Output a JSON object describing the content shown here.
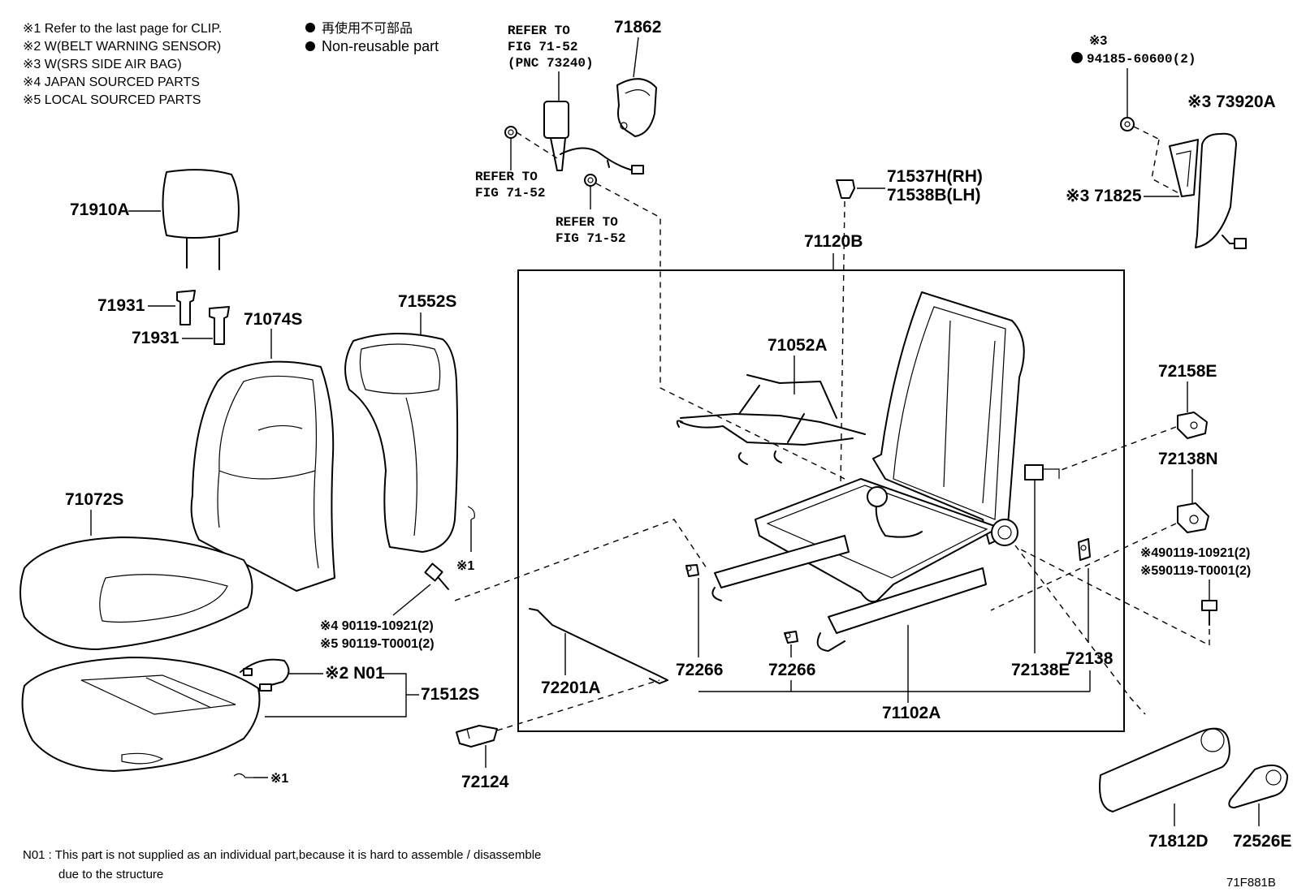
{
  "legend": {
    "notes": [
      "※1  Refer to the last page for CLIP.",
      "※2  W(BELT WARNING SENSOR)",
      "※3  W(SRS SIDE AIR BAG)",
      "※4 JAPAN SOURCED PARTS",
      "※5 LOCAL SOURCED PARTS"
    ],
    "nonreusable_jp": "再使用不可部品",
    "nonreusable_en": "Non-reusable part"
  },
  "refs": {
    "top_refer": [
      "REFER TO",
      "FIG 71-52",
      "(PNC 73240)"
    ],
    "left_refer": [
      "REFER TO",
      "FIG 71-52"
    ],
    "mid_refer": [
      "REFER TO",
      "FIG 71-52"
    ]
  },
  "parts": {
    "p71862": "71862",
    "p94185_mark": "※3",
    "p94185": "94185-60600(2)",
    "p73920A": "※3 73920A",
    "p71825": "※3 71825",
    "p71537H": "71537H(RH)",
    "p71538B": "71538B(LH)",
    "p71120B": "71120B",
    "p71910A": "71910A",
    "p71931a": "71931",
    "p71931b": "71931",
    "p71074S": "71074S",
    "p71552S": "71552S",
    "p71052A": "71052A",
    "p72158E": "72158E",
    "p72138N": "72138N",
    "p71072S": "71072S",
    "clip1a": "※1",
    "p90119_4": "※4 90119-10921(2)",
    "p90119_5": "※5 90119-T0001(2)",
    "p90119r_4": "※490119-10921(2)",
    "p90119r_5": "※590119-T0001(2)",
    "pN01": "※2 N01",
    "p71512S": "71512S",
    "p72201A": "72201A",
    "p72266a": "72266",
    "p72266b": "72266",
    "p72138E": "72138E",
    "p72138": "72138",
    "p71102A": "71102A",
    "clip1b": "※1",
    "p72124": "72124",
    "p71812D": "71812D",
    "p72526E": "72526E"
  },
  "footer": {
    "n01_line1": "N01 : This part is not supplied as an individual part,because it is hard to assemble / disassemble",
    "n01_line2": "due to the structure",
    "fig_code": "71F881B"
  }
}
